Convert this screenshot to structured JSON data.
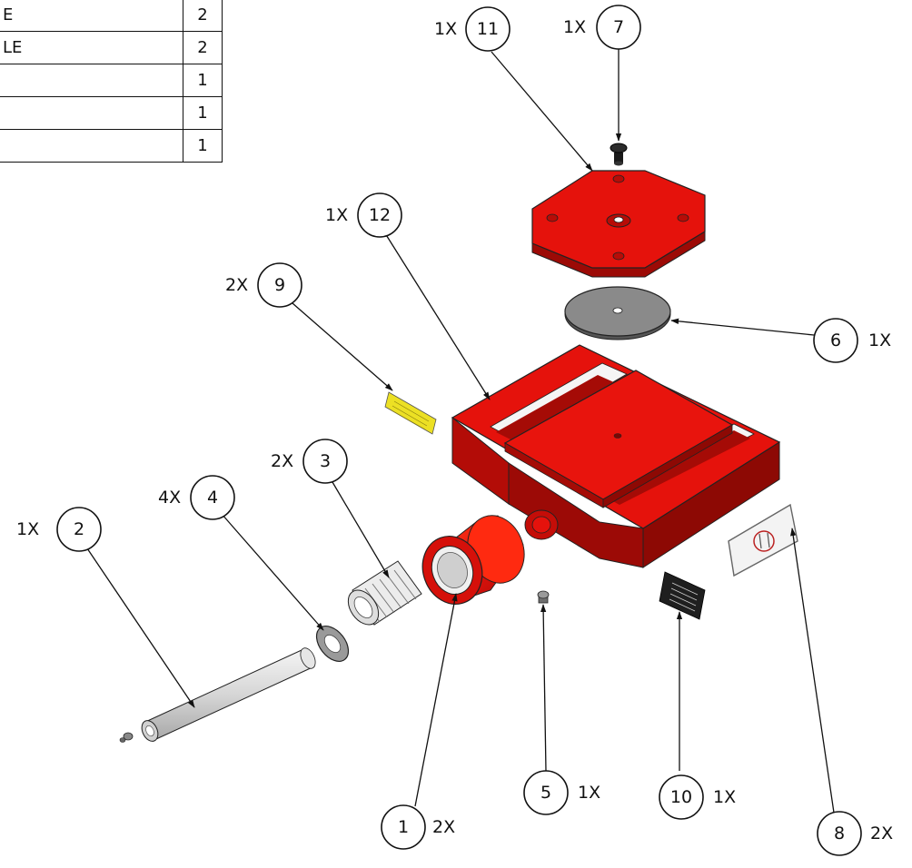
{
  "bom_rows": [
    {
      "description": "E",
      "qty": "2"
    },
    {
      "description": "LE",
      "qty": "2"
    },
    {
      "description": "",
      "qty": "1"
    },
    {
      "description": "",
      "qty": "1"
    },
    {
      "description": "",
      "qty": "1"
    }
  ],
  "balloons": [
    {
      "id": "1",
      "number": "1",
      "qty": "2X"
    },
    {
      "id": "2",
      "number": "2",
      "qty": "1X"
    },
    {
      "id": "3",
      "number": "3",
      "qty": "2X"
    },
    {
      "id": "4",
      "number": "4",
      "qty": "4X"
    },
    {
      "id": "5",
      "number": "5",
      "qty": "1X"
    },
    {
      "id": "6",
      "number": "6",
      "qty": "1X"
    },
    {
      "id": "7",
      "number": "7",
      "qty": "1X"
    },
    {
      "id": "8",
      "number": "8",
      "qty": "2X"
    },
    {
      "id": "9",
      "number": "9",
      "qty": "2X"
    },
    {
      "id": "10",
      "number": "10",
      "qty": "1X"
    },
    {
      "id": "11",
      "number": "11",
      "qty": "1X"
    },
    {
      "id": "12",
      "number": "12",
      "qty": "1X"
    }
  ],
  "colors": {
    "part_red": "#e5120c",
    "part_red_dark": "#9c0a06",
    "part_red_mid": "#c40d08",
    "shaft_gray": "#d9d9d9",
    "plate_gray": "#8a8a8a",
    "label_yellow": "#ece024",
    "leader_line": "#111111"
  },
  "icons": {
    "item_1": "roller-wheel",
    "item_2": "axle-shaft",
    "item_3": "needle-bearing",
    "item_4": "washer",
    "item_5": "grease-fitting",
    "item_6": "rubber-pad",
    "item_7": "cap-screw",
    "item_8": "logo-label",
    "item_9": "warning-label",
    "item_10": "nameplate",
    "item_11": "swivel-top-plate",
    "item_12": "skate-frame"
  }
}
